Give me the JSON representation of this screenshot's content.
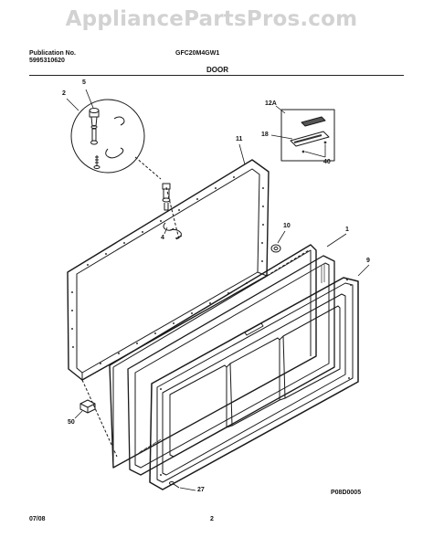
{
  "watermark": "AppliancePartsPros.com",
  "header": {
    "publication_label": "Publication No.",
    "publication_number": "5995310620",
    "model": "GFC20M4GW1",
    "section_title": "DOOR"
  },
  "callouts": {
    "c1": "1",
    "c2": "2",
    "c4": "4",
    "c5": "5",
    "c9": "9",
    "c10": "10",
    "c11": "11",
    "c12a": "12A",
    "c18": "18",
    "c27": "27",
    "c40": "40",
    "c50": "50"
  },
  "diagram_code": "P08D0005",
  "footer": {
    "date": "07/08",
    "page": "2"
  }
}
